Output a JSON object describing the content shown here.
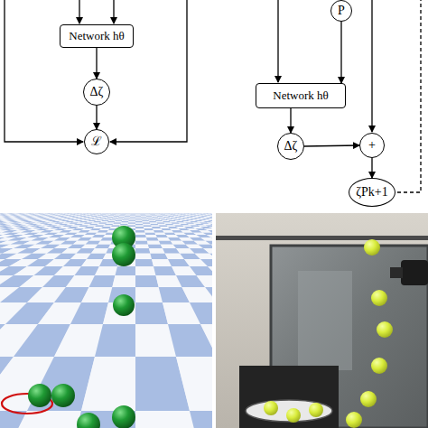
{
  "diagram": {
    "nodes": [
      {
        "text": [
          "Network hθ"
        ]
      },
      {
        "text": [
          "Δζ"
        ]
      },
      {
        "text": [
          "ℒ"
        ]
      },
      {
        "text": [
          "P"
        ]
      },
      {
        "text": [
          "Network hθ"
        ]
      },
      {
        "text": [
          "Δζ"
        ]
      },
      {
        "text": [
          "+"
        ]
      },
      {
        "text": [
          "ζPk+1"
        ]
      }
    ],
    "edges": [
      {
        "from": 0,
        "to": 1,
        "arrow": "to"
      },
      {
        "from": 1,
        "to": 2,
        "arrow": "to"
      },
      {
        "from": 3,
        "to": 4,
        "arrow": "to"
      },
      {
        "from": 4,
        "to": 5,
        "arrow": "to"
      },
      {
        "from": 5,
        "to": 6,
        "arrow": "to"
      },
      {
        "from": 6,
        "to": 7,
        "arrow": "to"
      }
    ]
  }
}
